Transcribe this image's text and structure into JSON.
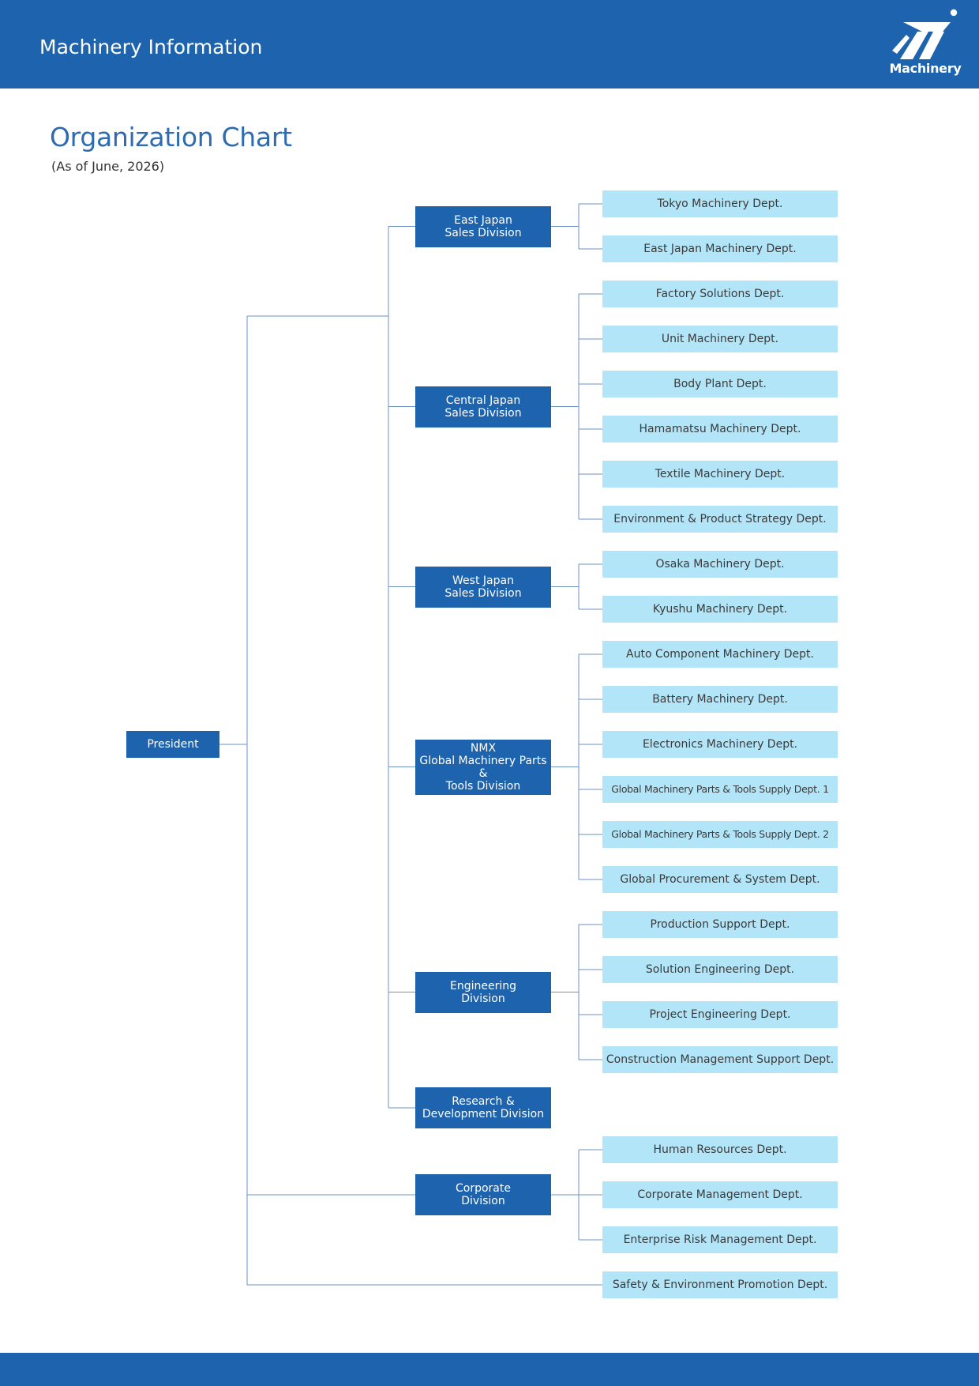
{
  "header": {
    "title": "Machinery Information",
    "logo_text": "Machinery"
  },
  "page": {
    "title": "Organization Chart",
    "as_of": "(As of June, 2026)"
  },
  "org": {
    "president": "President",
    "divisions": [
      {
        "label": "East Japan\nSales Division",
        "depts": [
          "Tokyo Machinery Dept.",
          "East Japan Machinery Dept."
        ]
      },
      {
        "label": "Central Japan\n    Sales Division",
        "depts": [
          "Factory Solutions Dept.",
          "Unit Machinery Dept.",
          "Body Plant Dept.",
          "Hamamatsu Machinery Dept.",
          "Textile Machinery Dept.",
          "Environment & Product Strategy Dept."
        ]
      },
      {
        "label": "West Japan\nSales Division",
        "depts": [
          "Osaka Machinery Dept.",
          "Kyushu Machinery Dept."
        ]
      },
      {
        "label": "NMX\nGlobal Machinery Parts &\nTools Division",
        "depts": [
          "Auto Component Machinery Dept.",
          "Battery Machinery Dept.",
          "Electronics Machinery Dept.",
          "Global Machinery Parts & Tools Supply Dept. 1",
          "Global Machinery Parts & Tools Supply Dept. 2",
          "Global Procurement & System Dept."
        ]
      },
      {
        "label": "Engineering\nDivision",
        "depts": [
          "Production Support Dept.",
          "Solution Engineering Dept.",
          "Project Engineering Dept.",
          "Construction Management Support Dept."
        ]
      },
      {
        "label": "Research &\nDevelopment Division",
        "depts": []
      },
      {
        "label": "Corporate\nDivision",
        "depts": [
          "Human Resources Dept.",
          "Corporate Management Dept.",
          "Enterprise Risk Management Dept."
        ]
      }
    ],
    "direct_dept": "Safety & Environment Promotion Dept."
  },
  "colors": {
    "header_blue": "#1e63ad",
    "division_blue": "#1e63ad",
    "dept_light_blue": "#b3e5f8",
    "line": "#6f93c4",
    "title_blue": "#2e6bb0"
  }
}
